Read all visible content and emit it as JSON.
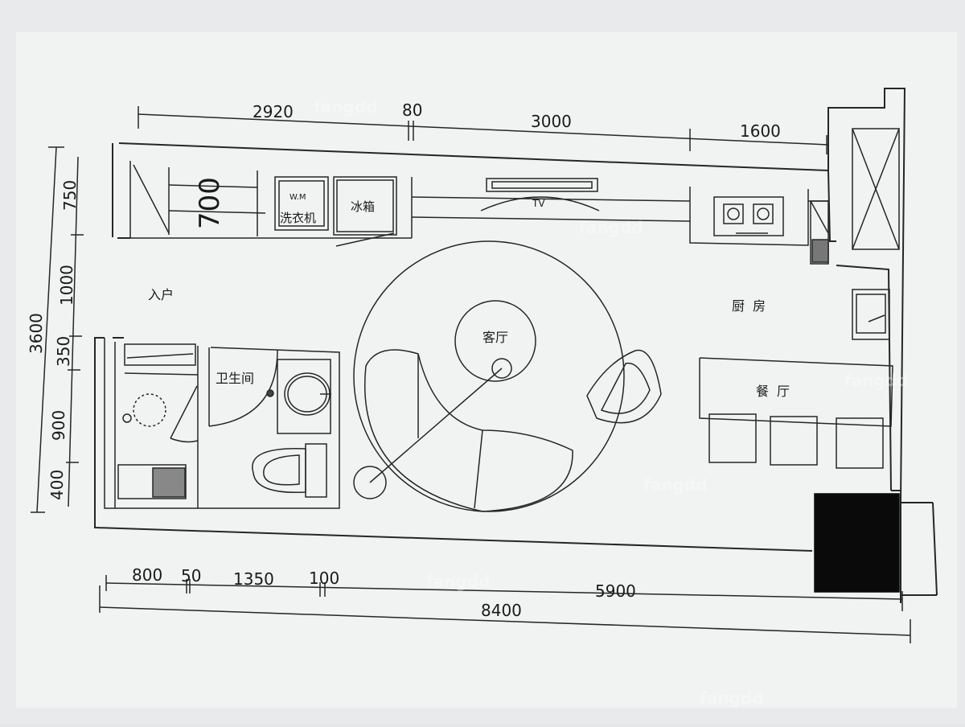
{
  "dimensions": {
    "top": [
      "2920",
      "80",
      "3000",
      "1600"
    ],
    "left_total": "3600",
    "left": [
      "750",
      "1000",
      "350",
      "900",
      "400"
    ],
    "bottom": [
      "800",
      "50",
      "1350",
      "100",
      "5900"
    ],
    "bottom_total": "8400",
    "wardrobe_depth": "700"
  },
  "rooms": {
    "entrance": "入户",
    "bathroom": "卫生间",
    "living": "客厅",
    "kitchen": "厨房",
    "dining": "餐厅"
  },
  "fixtures": {
    "washer_code": "W.M",
    "washer": "洗衣机",
    "fridge": "冰箱",
    "tv": "TV"
  },
  "watermark": "fangdd",
  "colors": {
    "paper": "#f3f4f4",
    "background": "#e6e7e8",
    "line": "#262626"
  }
}
